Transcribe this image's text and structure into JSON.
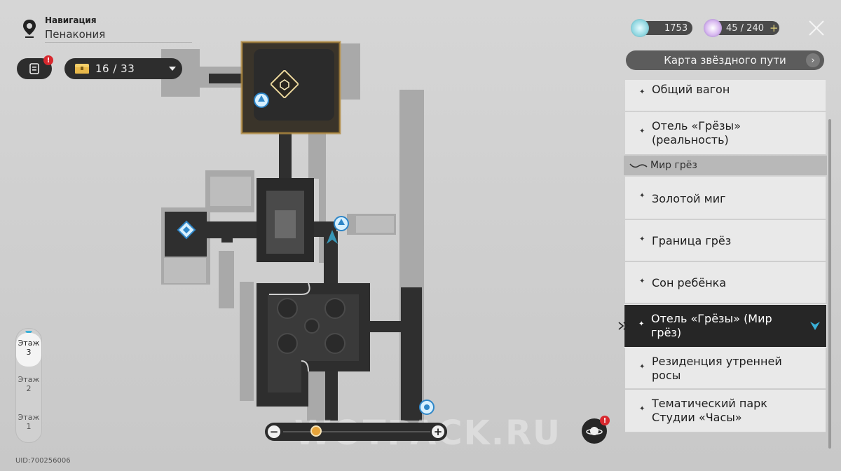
{
  "nav": {
    "label": "Навигация",
    "location": "Пенакония"
  },
  "quest": {
    "badge": "!"
  },
  "chest": {
    "count": "16 / 33"
  },
  "currency": [
    {
      "icon": "stellar-jade-icon",
      "value": "1753"
    },
    {
      "icon": "trailblaze-power-icon",
      "value": "45 / 240"
    }
  ],
  "star_rail": {
    "label": "Карта звёздного пути"
  },
  "locations": [
    {
      "label": "Общий вагон"
    },
    {
      "label": "Отель «Грёзы» (реальность)"
    },
    {
      "section": "Мир грёз"
    },
    {
      "label": "Золотой миг"
    },
    {
      "label": "Граница грёз"
    },
    {
      "label": "Сон ребёнка"
    },
    {
      "label": "Отель «Грёзы» (Мир грёз)",
      "selected": true
    },
    {
      "label": "Резиденция утренней росы"
    },
    {
      "label": "Тематический парк Студии «Часы»"
    }
  ],
  "floors": [
    {
      "label": "Этаж",
      "num": "3",
      "selected": true
    },
    {
      "label": "Этаж",
      "num": "2"
    },
    {
      "label": "Этаж",
      "num": "1"
    }
  ],
  "zoom": {
    "level": 0.2
  },
  "uid": "UID:700256006",
  "watermark": "WOTPACK.RU",
  "bottom_badge": "!",
  "colors": {
    "accent": "#3ab0d8",
    "selected_bg": "#262626",
    "highlight": "#c9a24a",
    "badge": "#d8282e"
  }
}
